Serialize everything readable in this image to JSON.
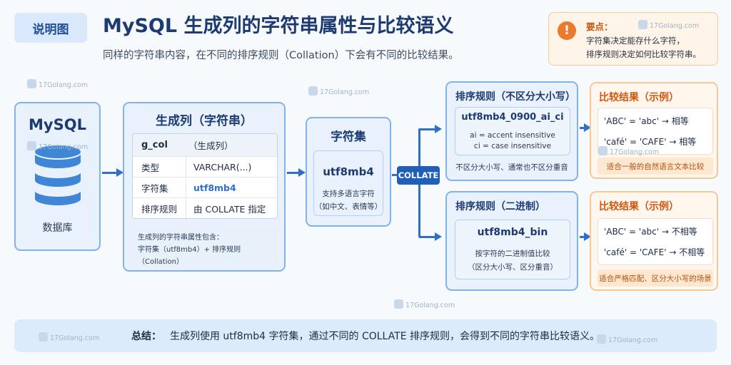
{
  "header": {
    "badge": "说明图",
    "title": "MySQL 生成列的字符串属性与比较语义",
    "subtitle": "同样的字符串内容，在不同的排序规则（Collation）下会有不同的比较结果。"
  },
  "note": {
    "icon": "exclamation-icon",
    "title": "要点：",
    "line1": "字符集决定能存什么字符，",
    "line2": "排序规则决定如何比较字符串。"
  },
  "mysql": {
    "title": "MySQL",
    "label": "数据库",
    "icon": "database-icon"
  },
  "generated_column": {
    "title": "生成列（字符串）",
    "header": {
      "key": "g_col",
      "value": "（生成列）"
    },
    "rows": [
      {
        "key": "类型",
        "value": "VARCHAR(...)"
      },
      {
        "key": "字符集",
        "value": "utf8mb4"
      },
      {
        "key": "排序规则",
        "value": "由 COLLATE 指定"
      }
    ],
    "note_line1": "生成列的字符串属性包含：",
    "note_line2": "字符集（utf8mb4）+ 排序规则（Collation）"
  },
  "charset": {
    "title": "字符集",
    "name": "utf8mb4",
    "desc1": "支持多语言字符",
    "desc2": "（如中文、表情等）"
  },
  "collate_label": "COLLATE",
  "collation_ci": {
    "title": "排序规则（不区分大小写）",
    "name": "utf8mb4_0900_ai_ci",
    "line1": "ai = accent insensitive",
    "line2": "ci = case insensitive",
    "footer": "不区分大小写、通常也不区分重音"
  },
  "collation_bin": {
    "title": "排序规则（二进制）",
    "name": "utf8mb4_bin",
    "line1": "按字符的二进制值比较",
    "line2": "（区分大小写、区分重音）"
  },
  "result_ci": {
    "title": "比较结果（示例）",
    "line1": "'ABC' = 'abc'  →  相等",
    "line2": "'café' = 'CAFE'  →  相等",
    "footer": "适合一般的自然语言文本比较"
  },
  "result_bin": {
    "title": "比较结果（示例）",
    "line1": "'ABC' = 'abc'   →  不相等",
    "line2": "'café' = 'CAFE'  →  不相等",
    "footer": "适合严格匹配、区分大小写的场景"
  },
  "summary": {
    "label": "总结：",
    "text": "生成列使用 utf8mb4 字符集，通过不同的 COLLATE 排序规则，会得到不同的字符串比较语义。"
  },
  "watermark": "17Golang.com",
  "colors": {
    "primary": "#1d3b72",
    "accent_blue": "#2f6fca",
    "accent_orange": "#d2570f",
    "panel_border": "#7fb0e6"
  }
}
